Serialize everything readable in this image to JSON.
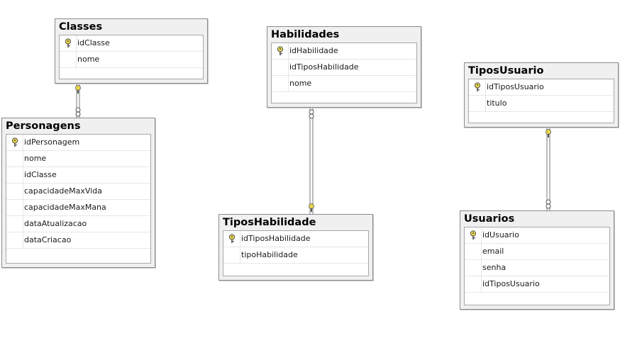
{
  "diagram": {
    "tables": {
      "classes": {
        "title": "Classes",
        "columns": [
          "idClasse",
          "nome"
        ]
      },
      "personagens": {
        "title": "Personagens",
        "columns": [
          "idPersonagem",
          "nome",
          "idClasse",
          "capacidadeMaxVida",
          "capacidadeMaxMana",
          "dataAtualizacao",
          "dataCriacao"
        ]
      },
      "habilidades": {
        "title": "Habilidades",
        "columns": [
          "idHabilidade",
          "idTiposHabilidade",
          "nome"
        ]
      },
      "tiposHabilidade": {
        "title": "TiposHabilidade",
        "columns": [
          "idTiposHabilidade",
          "tipoHabilidade"
        ]
      },
      "tiposUsuario": {
        "title": "TiposUsuario",
        "columns": [
          "idTiposUsuario",
          "titulo"
        ]
      },
      "usuarios": {
        "title": "Usuarios",
        "columns": [
          "idUsuario",
          "email",
          "senha",
          "idTiposUsuario"
        ]
      }
    },
    "relationships": [
      {
        "one": "classes",
        "many": "personagens",
        "column": "idClasse"
      },
      {
        "one": "tiposHabilidade",
        "many": "habilidades",
        "column": "idTiposHabilidade"
      },
      {
        "one": "tiposUsuario",
        "many": "usuarios",
        "column": "idTiposUsuario"
      }
    ],
    "primary_key_icon": "key-icon",
    "colors": {
      "key": "#e8d44d",
      "line": "#7a7a7a",
      "header": "#f0f0f0"
    }
  }
}
